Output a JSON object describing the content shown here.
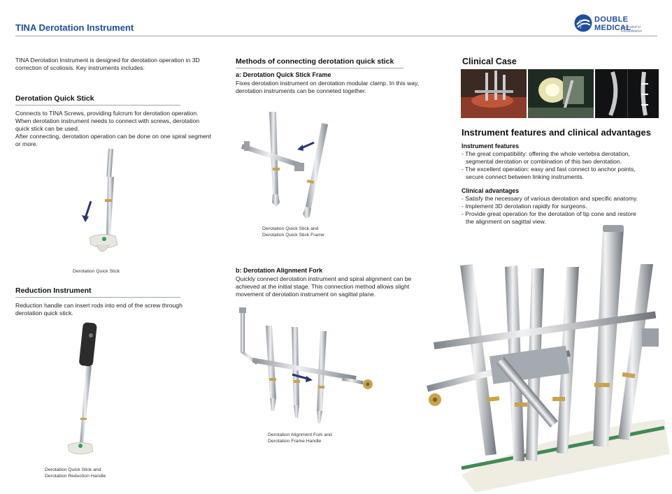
{
  "header": {
    "title": "TINA Derotation Instrument",
    "logo_name": "DOUBLE MEDICAL",
    "logo_tagline": "Dedicated to Rehabilitation"
  },
  "intro": {
    "text": "TINA Derotation Instrument is designed for derotation operation in 3D correction of scoliosis. Key instruments includes:"
  },
  "quick_stick": {
    "heading": "Derotation Quick Stick",
    "p1": "Connects to TINA Screws, providing fulcrum for derotation operation. When derotation instrument needs to connect with screws, derotation quick stick can be used.",
    "p2": "After connecting, derotation operation can be done on one spiral segment or more.",
    "caption": "Derotation Quick Stick"
  },
  "reduction": {
    "heading": "Reduction Instrument",
    "text": "Reduction handle can insert rods into end of the screw through derotation quick stick.",
    "caption_1": "Derotation Quick Stick and",
    "caption_2": "Derotation Reduction Handle"
  },
  "methods": {
    "heading": "Methods of connecting derotation quick stick",
    "a_heading": "a: Derotation Quick Stick Frame",
    "a_text": "Fixes derotation instrument on derotation modular clamp. In this way, derotation instruments can be conneted together.",
    "a_caption_1": "Derotation Quick Stick and",
    "a_caption_2": "Derotation Quick Stick Frame",
    "b_heading": "b: Derotation Alignment Fork",
    "b_text": "Quickly connect derotation instrument and spiral alignment can be achieved at the initial stage. This connection  method allows slight movement of derotation instrument on sagittal plane.",
    "b_caption_1": "Derotation Alignment Fork and",
    "b_caption_2": "Derotation Frame Handle"
  },
  "clinical": {
    "heading": "Clinical Case",
    "features_heading": "Instrument features and clinical advantages",
    "features_sub": "Instrument features",
    "f1a": "- The great compatibility: offering the whole vertebra derotation,",
    "f1b": "segmental derotation or combination of this two derotation.",
    "f2a": "- The excellent operation: easy and fast connect to anchor points,",
    "f2b": "secure connect between linking instruments.",
    "advantages_sub": "Clinical advantages",
    "a1": "- Satisfy the necessary of various derotation and specific anatomy.",
    "a2": "- Implement 3D derotation rapidly for surgeons.",
    "a3a": "- Provide great operation for the derotation of tip cone and restore",
    "a3b": "the alignment on sagittal view."
  },
  "colors": {
    "title_blue": "#1f4e9e",
    "arrow_navy": "#2a3570",
    "steel": "#b9bdc2",
    "gold_band": "#c9a24a"
  }
}
